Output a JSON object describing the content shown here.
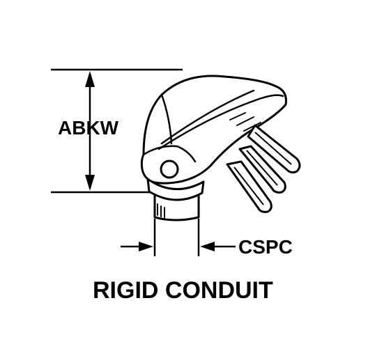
{
  "labels": {
    "height_dimension": "ABKW",
    "conduit_size_dimension": "CSPC",
    "caption": "RIGID CONDUIT"
  },
  "colors": {
    "ink": "#000000",
    "paper": "#ffffff"
  }
}
